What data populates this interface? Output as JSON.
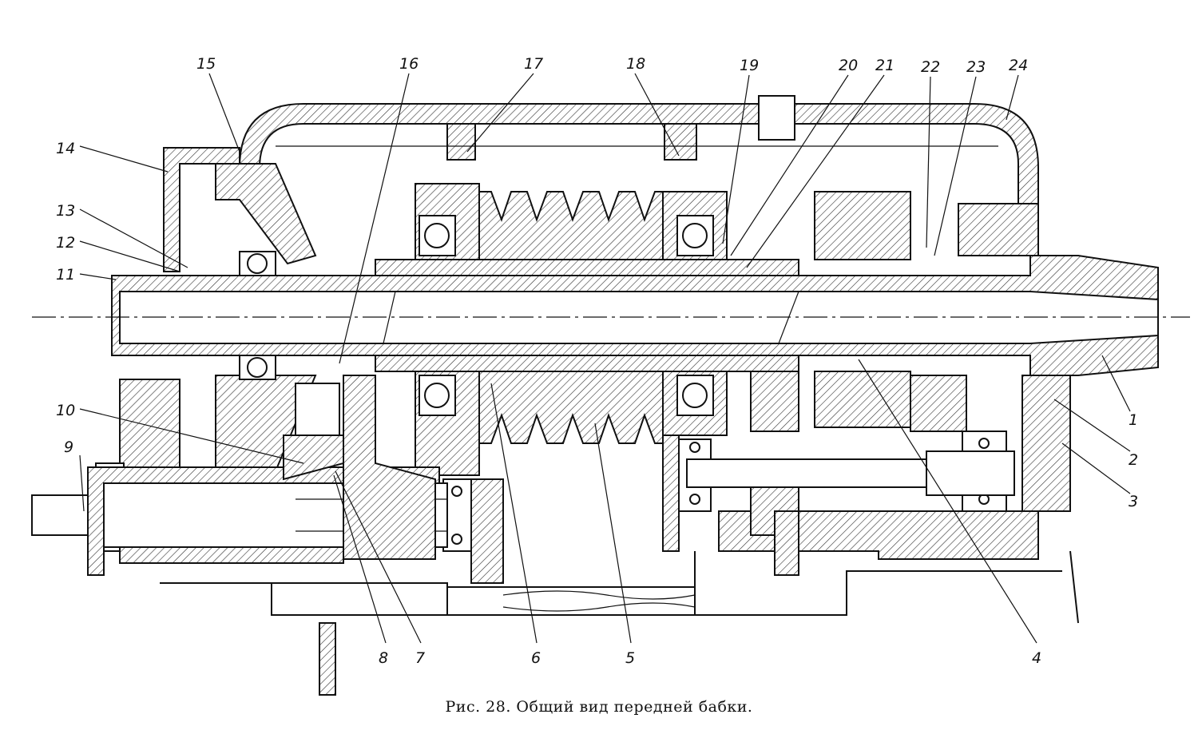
{
  "figure": {
    "caption": "Рис. 28. Общий вид передней бабки.",
    "labels": [
      "1",
      "2",
      "3",
      "4",
      "5",
      "6",
      "7",
      "8",
      "9",
      "10",
      "11",
      "12",
      "13",
      "14",
      "15",
      "16",
      "17",
      "18",
      "19",
      "20",
      "21",
      "22",
      "23",
      "24"
    ]
  }
}
